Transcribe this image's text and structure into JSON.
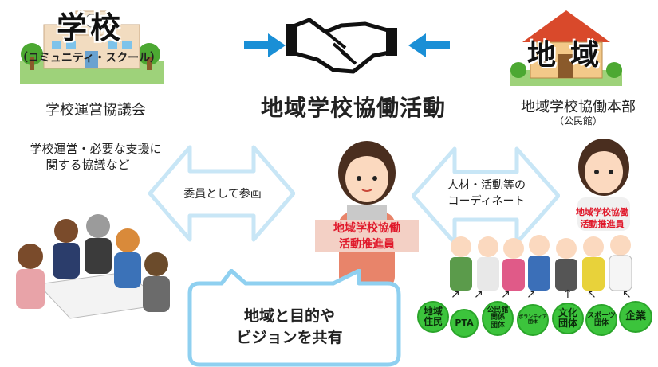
{
  "school": {
    "title": "学校",
    "subtitle": "（コミュニティ・スクール）",
    "council": "学校運営協議会",
    "topic_line1": "学校運営・必要な支援に",
    "topic_line2": "関する協議など"
  },
  "center": {
    "title": "地域学校協働活動",
    "coordinator_line1": "地域学校協働",
    "coordinator_line2": "活動推進員"
  },
  "area": {
    "title": "地域",
    "hq": "地域学校協働本部",
    "hq_sub": "（公民館）",
    "coordinator_line1": "地域学校協働",
    "coordinator_line2": "活動推進員"
  },
  "left_arrow": {
    "label": "委員として参画"
  },
  "right_arrow": {
    "line1": "人材・活動等の",
    "line2": "コーディネート"
  },
  "bubble": {
    "line1": "地域と目的や",
    "line2": "ビジョンを共有"
  },
  "groups": [
    {
      "line1": "地域",
      "line2": "住民"
    },
    {
      "line1": "PTA",
      "line2": ""
    },
    {
      "line1": "公民館",
      "line2": "関係",
      "line3": "団体"
    },
    {
      "line1": "ボランティア",
      "line2": "団体"
    },
    {
      "line1": "文化",
      "line2": "団体"
    },
    {
      "line1": "スポーツ",
      "line2": "団体"
    },
    {
      "line1": "企業",
      "line2": ""
    }
  ],
  "colors": {
    "arrow_blue": "#1a8fd6",
    "accent_red": "#e0192b",
    "circle_green": "#3cc43c",
    "bubble_border": "#8fd0f0"
  }
}
